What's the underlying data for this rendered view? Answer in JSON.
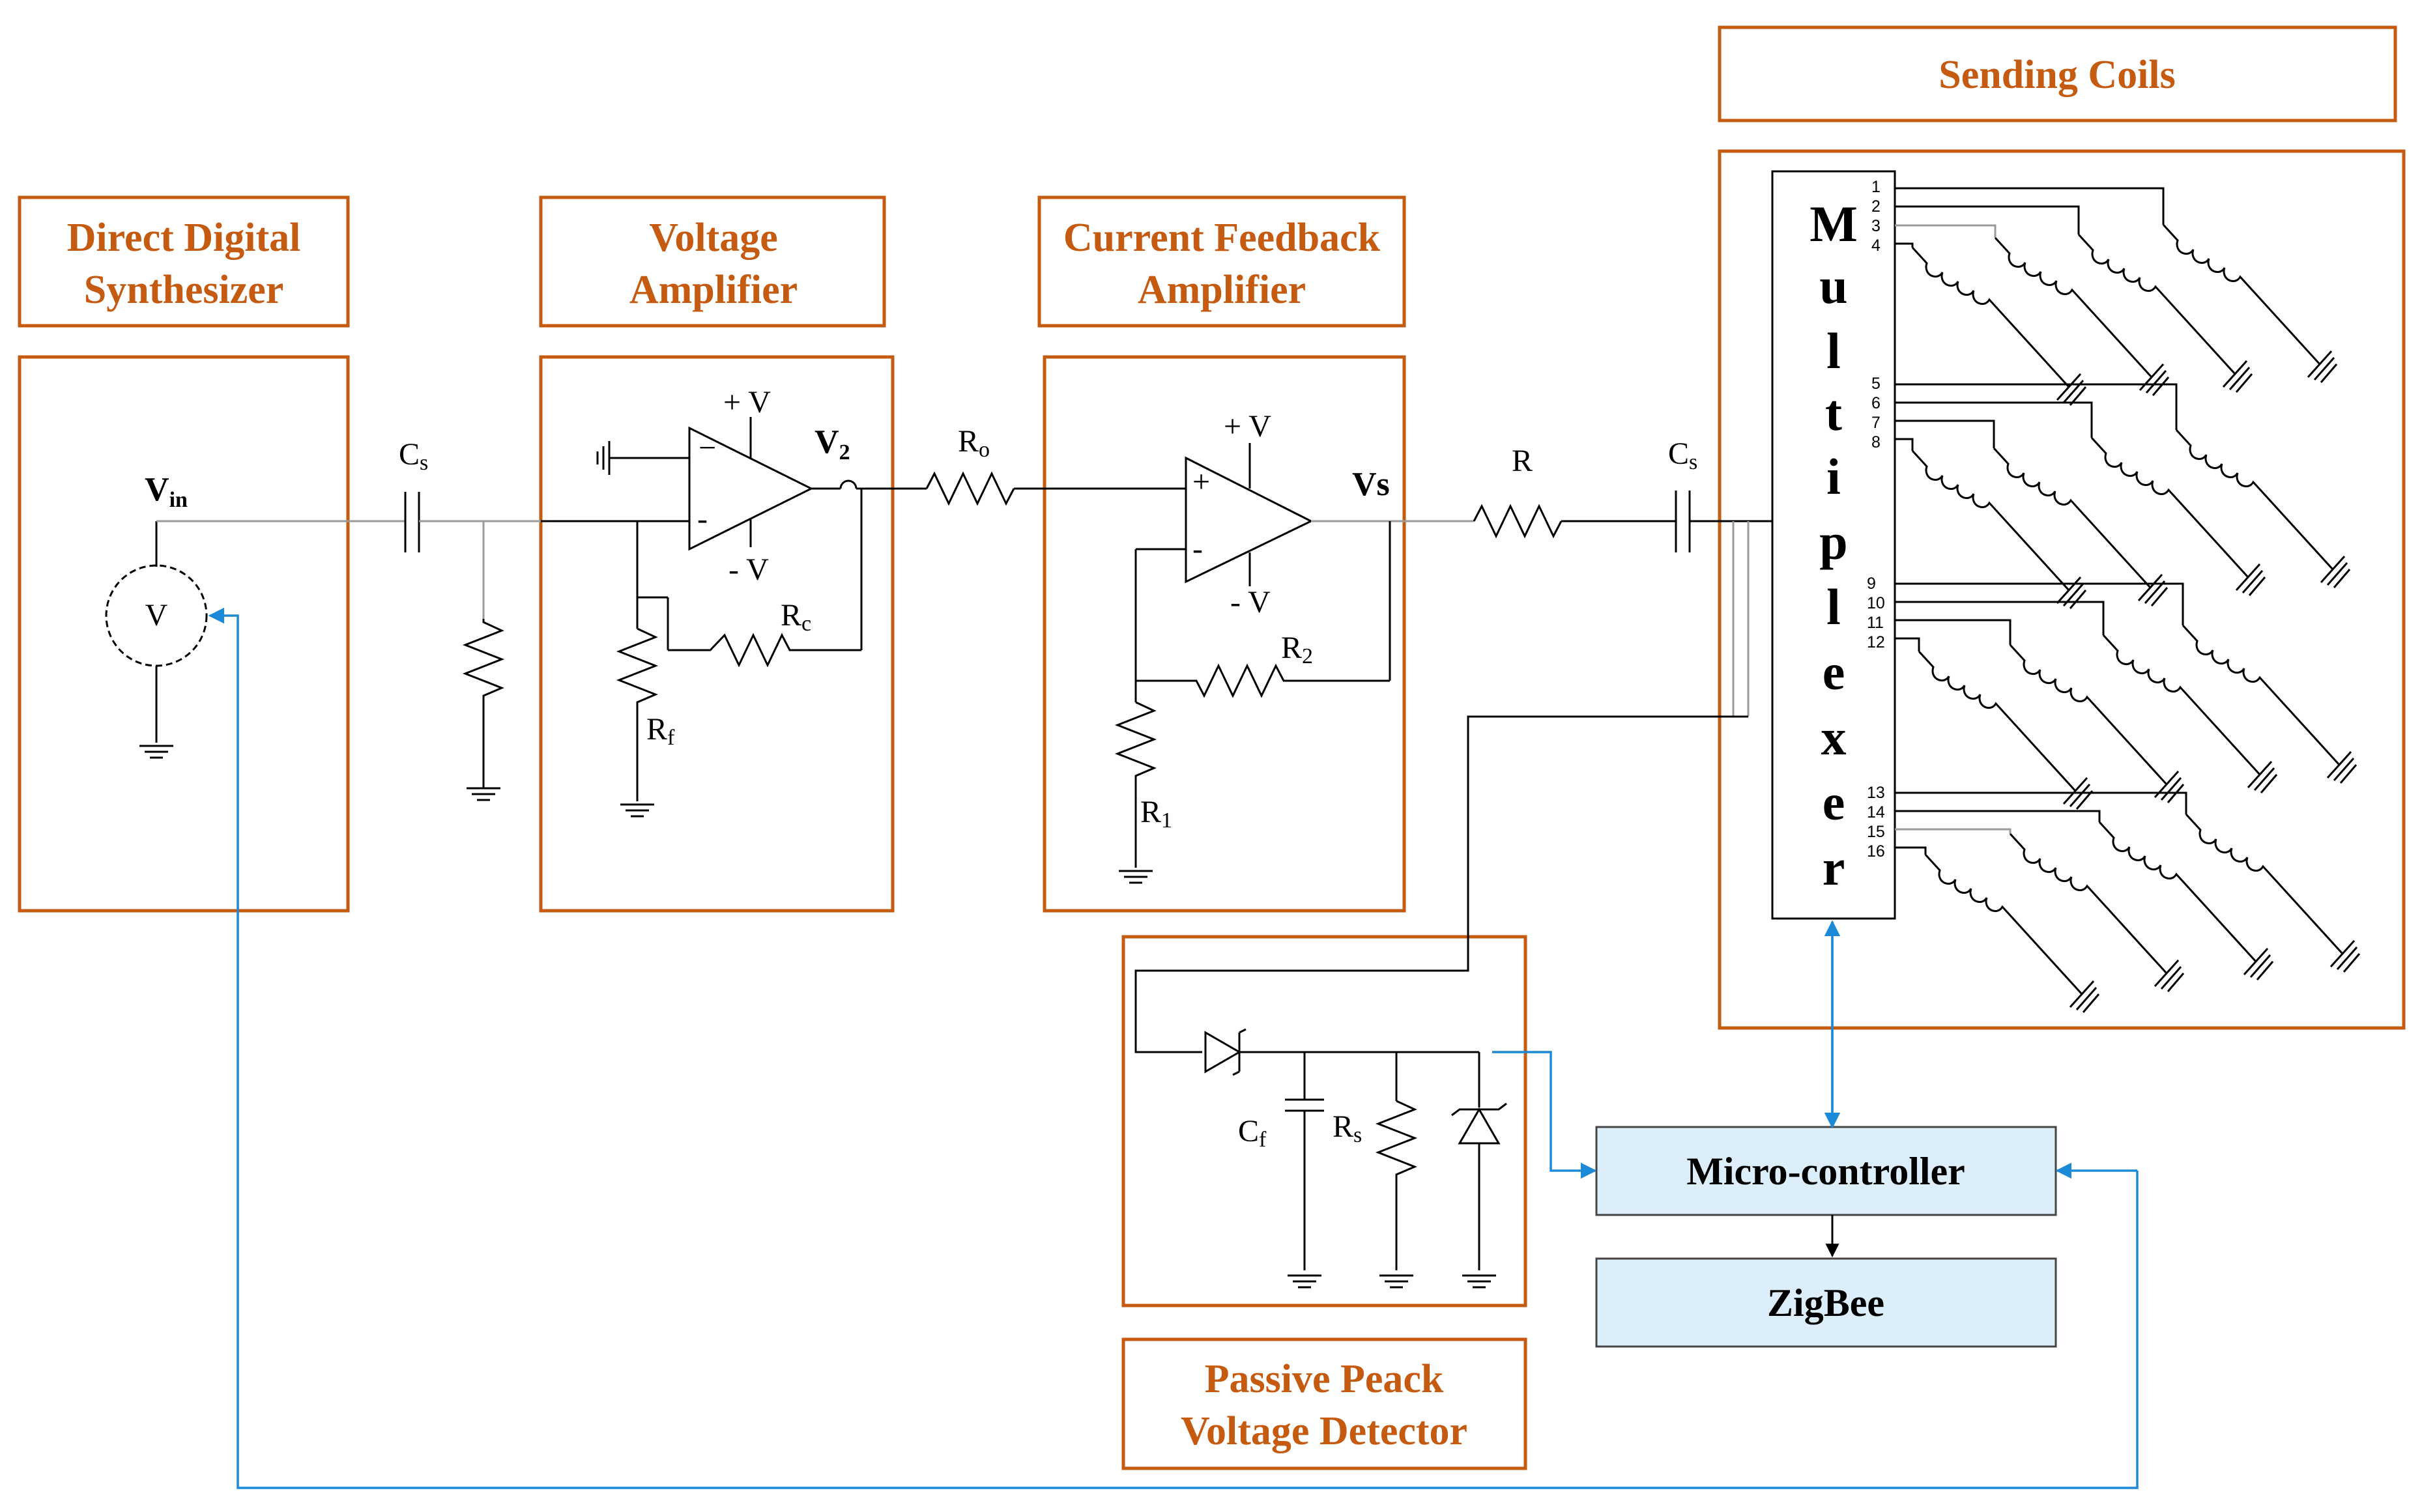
{
  "colors": {
    "accent": "#c55a11",
    "wire": "#000000",
    "signal": "#1c8ad6",
    "mcu_fill": "#dbeef9"
  },
  "blocks": {
    "dds": {
      "title_line1": "Direct Digital",
      "title_line2": "Synthesizer"
    },
    "voltage_amp": {
      "title_line1": "Voltage",
      "title_line2": "Amplifier"
    },
    "current_amp": {
      "title_line1": "Current Feedback",
      "title_line2": "Amplifier"
    },
    "sending_coils": {
      "title": "Sending Coils"
    },
    "peak_detector": {
      "title_line1": "Passive Peack",
      "title_line2": "Voltage Detector"
    }
  },
  "labels": {
    "vin": "V",
    "vin_sub": "in",
    "source": "V",
    "cs1": "C",
    "cs1_sub": "s",
    "plus_v1": "+ V",
    "minus_v1": "- V",
    "v2": "V",
    "v2_sub": "2",
    "rc": "R",
    "rc_sub": "c",
    "rf": "R",
    "rf_sub": "f",
    "ro": "R",
    "ro_sub": "o",
    "plus_v2": "+ V",
    "minus_v2": "- V",
    "vs": "Vs",
    "r2": "R",
    "r2_sub": "2",
    "r1": "R",
    "r1_sub": "1",
    "r": "R",
    "cs2": "C",
    "cs2_sub": "s",
    "cf": "C",
    "cf_sub": "f",
    "rs": "R",
    "rs_sub": "s",
    "opamp_minus": "−",
    "opamp_plus": "+",
    "opamp_dash": "-"
  },
  "multiplexer": {
    "letters": [
      "M",
      "u",
      "l",
      "t",
      "i",
      "p",
      "l",
      "e",
      "x",
      "e",
      "r"
    ],
    "pins": [
      "1",
      "2",
      "3",
      "4",
      "5",
      "6",
      "7",
      "8",
      "9",
      "10",
      "11",
      "12",
      "13",
      "14",
      "15",
      "16"
    ]
  },
  "microcontroller": {
    "label": "Micro-controller"
  },
  "zigbee": {
    "label": "ZigBee"
  }
}
